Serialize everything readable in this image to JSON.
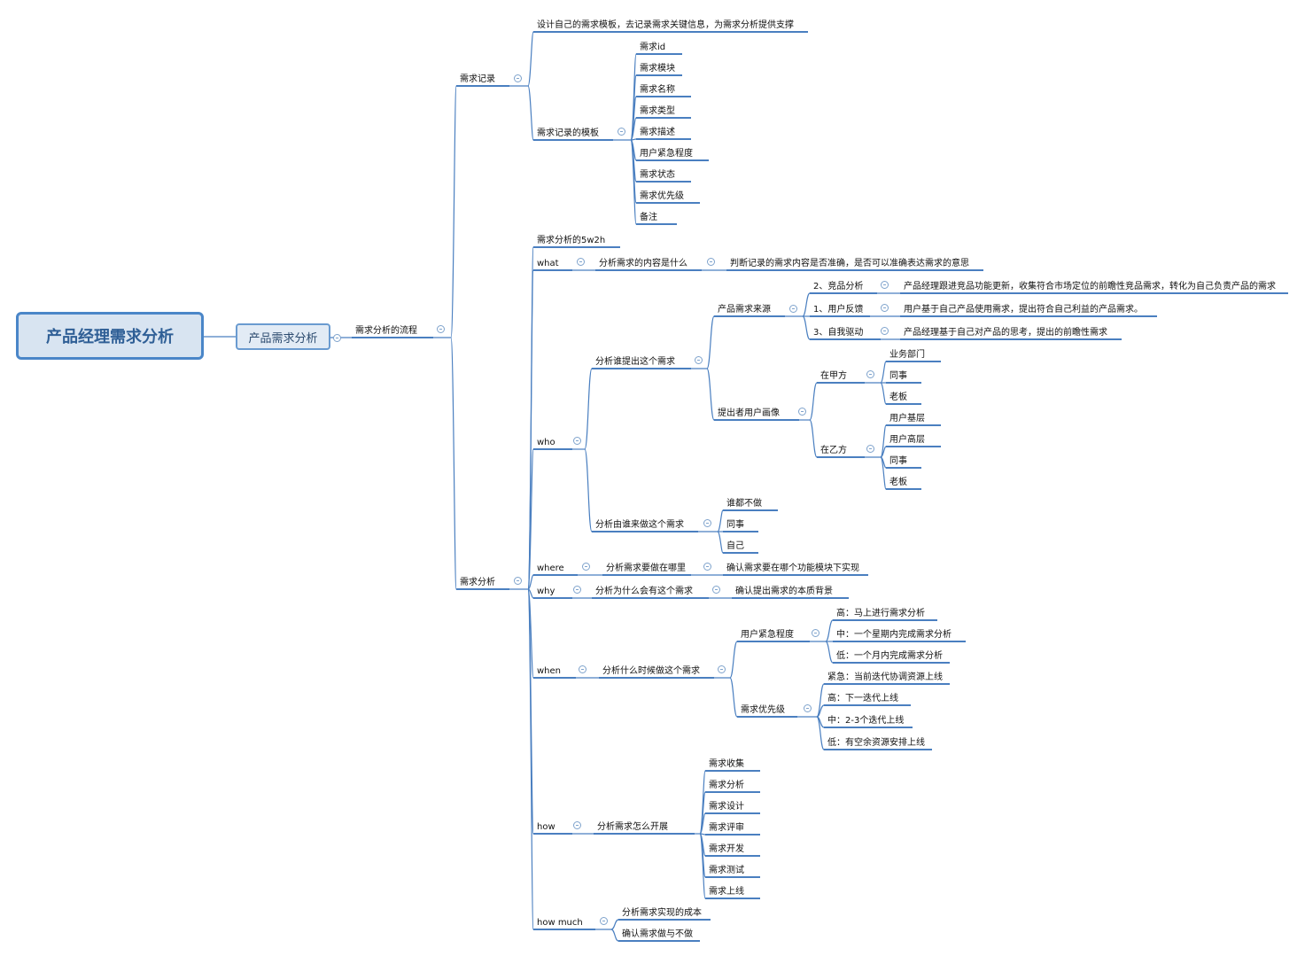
{
  "root": {
    "label": "产品经理需求分析"
  },
  "sub": {
    "label": "产品需求分析"
  },
  "flow": {
    "label": "需求分析的流程"
  },
  "record": {
    "label": "需求记录",
    "desc": "设计自己的需求模板，去记录需求关键信息，为需求分析提供支撑",
    "template_label": "需求记录的模板",
    "fields": [
      "需求id",
      "需求模块",
      "需求名称",
      "需求类型",
      "需求描述",
      "用户紧急程度",
      "需求状态",
      "需求优先级",
      "备注"
    ]
  },
  "analysis": {
    "label": "需求分析",
    "w5h2": "需求分析的5w2h",
    "what": {
      "label": "what",
      "q": "分析需求的内容是什么",
      "a": "判断记录的需求内容是否准确，是否可以准确表达需求的意思"
    },
    "who": {
      "label": "who",
      "q1": "分析谁提出这个需求",
      "source_label": "产品需求来源",
      "sources": [
        {
          "label": "2、竞品分析",
          "desc": "产品经理跟进竞品功能更新，收集符合市场定位的前瞻性竞品需求，转化为自己负责产品的需求"
        },
        {
          "label": "1、用户反馈",
          "desc": "用户基于自己产品使用需求，提出符合自己利益的产品需求。"
        },
        {
          "label": "3、自我驱动",
          "desc": "产品经理基于自己对产品的思考，提出的前瞻性需求"
        }
      ],
      "persona_label": "提出者用户画像",
      "party_a": {
        "label": "在甲方",
        "items": [
          "业务部门",
          "同事",
          "老板"
        ]
      },
      "party_b": {
        "label": "在乙方",
        "items": [
          "用户基层",
          "用户高层",
          "同事",
          "老板"
        ]
      },
      "q2": "分析由谁来做这个需求",
      "doers": [
        "谁都不做",
        "同事",
        "自己"
      ]
    },
    "where": {
      "label": "where",
      "q": "分析需求要做在哪里",
      "a": "确认需求要在哪个功能模块下实现"
    },
    "why": {
      "label": "why",
      "q": "分析为什么会有这个需求",
      "a": "确认提出需求的本质背景"
    },
    "when": {
      "label": "when",
      "q": "分析什么时候做这个需求",
      "urgency_label": "用户紧急程度",
      "urgency": [
        "高：马上进行需求分析",
        "中：一个星期内完成需求分析",
        "低：一个月内完成需求分析"
      ],
      "priority_label": "需求优先级",
      "priority": [
        "紧急：当前迭代协调资源上线",
        "高：下一迭代上线",
        "中：2-3个迭代上线",
        "低：有空余资源安排上线"
      ]
    },
    "how": {
      "label": "how",
      "q": "分析需求怎么开展",
      "steps": [
        "需求收集",
        "需求分析",
        "需求设计",
        "需求评审",
        "需求开发",
        "需求测试",
        "需求上线"
      ]
    },
    "how_much": {
      "label": "how much",
      "items": [
        "分析需求实现的成本",
        "确认需求做与不做"
      ]
    }
  },
  "colors": {
    "line": "#4a7fc0",
    "root_border": "#4a86c8",
    "root_fill": "#d8e4f1",
    "root_text": "#2f5f96"
  }
}
